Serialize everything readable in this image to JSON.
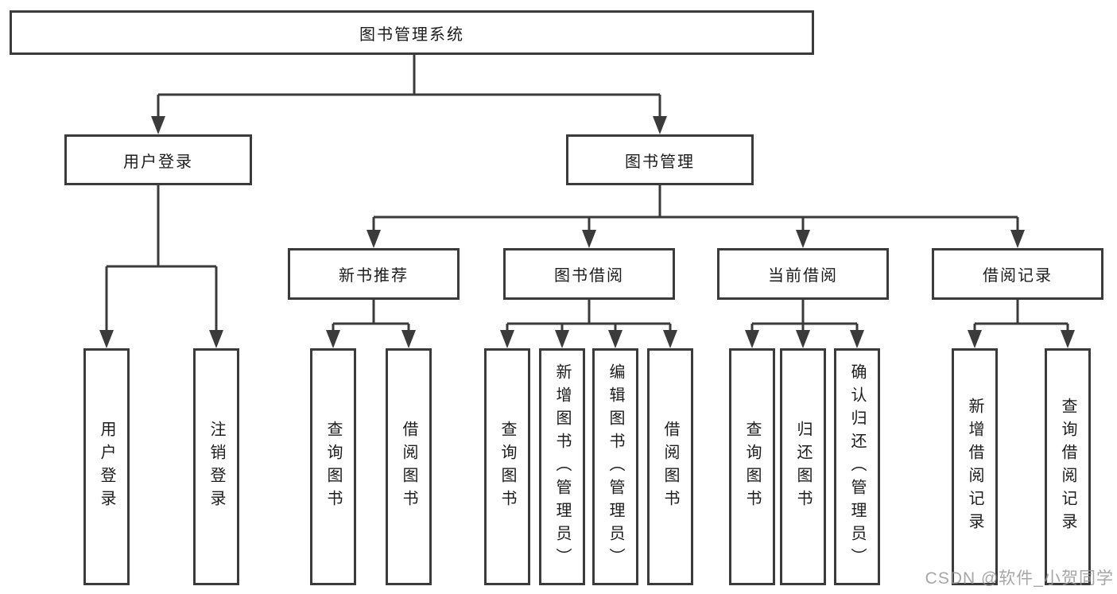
{
  "diagram": {
    "root": {
      "label": "图书管理系统"
    },
    "branches": [
      {
        "label": "用户登录",
        "children": [
          "用户登录",
          "注销登录"
        ]
      },
      {
        "label": "图书管理",
        "groups": [
          {
            "label": "新书推荐",
            "children": [
              "查询图书",
              "借阅图书"
            ]
          },
          {
            "label": "图书借阅",
            "children": [
              "查询图书",
              "新增图书（管理员）",
              "编辑图书（管理员）",
              "借阅图书"
            ]
          },
          {
            "label": "当前借阅",
            "children": [
              "查询图书",
              "归还图书",
              "确认归还（管理员）"
            ]
          },
          {
            "label": "借阅记录",
            "children": [
              "新增借阅记录",
              "查询借阅记录"
            ]
          }
        ]
      }
    ]
  },
  "colors": {
    "line": "#3b3b3b",
    "box_border": "#3b3b3b",
    "text": "#1c1c1c",
    "background": "#ffffff",
    "watermark": "#969696"
  },
  "watermark": {
    "text": "CSDN @软件_小贺同学"
  }
}
